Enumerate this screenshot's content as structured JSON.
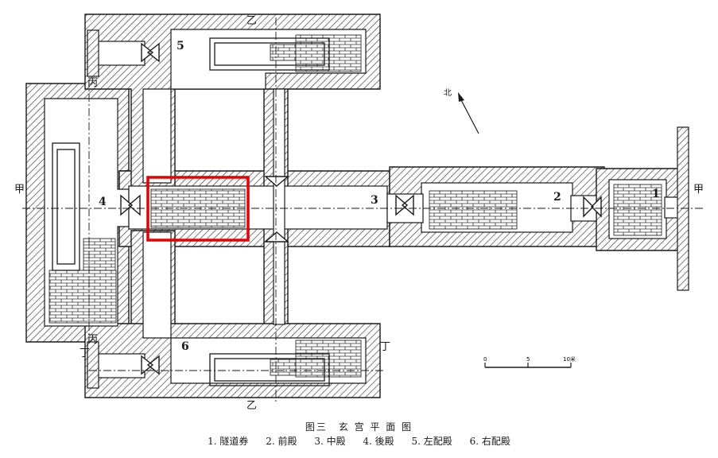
{
  "figure": {
    "title": "图三　玄 宫 平 面 图",
    "legend": [
      "1. 隧道券",
      "2. 前殿",
      "3. 中殿",
      "4. 後殿",
      "5. 左配殿",
      "6. 右配殿"
    ]
  },
  "room_numbers": [
    "1",
    "2",
    "3",
    "4",
    "5",
    "6"
  ],
  "section_marks": {
    "jia": "甲",
    "yi": "乙",
    "bing": "丙",
    "ding": "丁"
  },
  "north_label": "北",
  "scale_ticks": [
    "0",
    "5",
    "10米"
  ],
  "highlight": {
    "color": "#e60000"
  },
  "colors": {
    "ink": "#1a1a1a",
    "hatch": "#444444",
    "highlight": "#e60000"
  }
}
